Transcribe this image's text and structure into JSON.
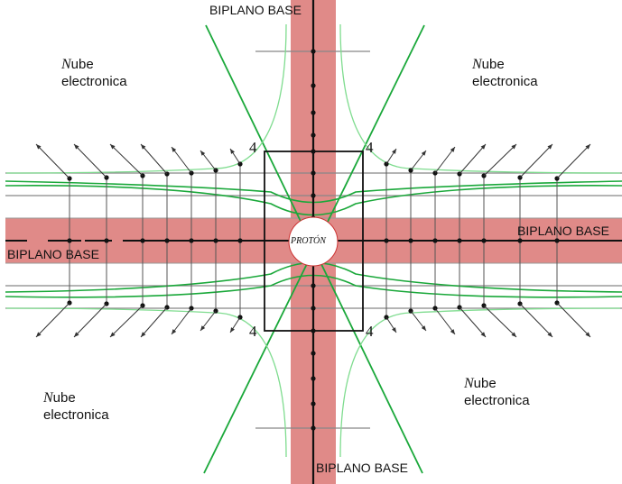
{
  "labels": {
    "biplano_top": "BIPLANO BASE",
    "biplano_right": "BIPLANO BASE",
    "biplano_left": "BIPLANO BASE",
    "biplano_bottom": "BIPLANO BASE",
    "proton": "PROTÓN"
  },
  "nube": [
    {
      "n": "N",
      "rest": "ube",
      "line2": "electronica"
    },
    {
      "n": "N",
      "rest": "ube",
      "line2": "electronica"
    },
    {
      "n": "N",
      "rest": "ube",
      "line2": "electronica"
    },
    {
      "n": "N",
      "rest": "ube",
      "line2": "electronica"
    }
  ],
  "corner_number": "4",
  "colors": {
    "band": "#e08a88",
    "green": "#1aa83a",
    "lightgreen": "#7fdc8f"
  }
}
